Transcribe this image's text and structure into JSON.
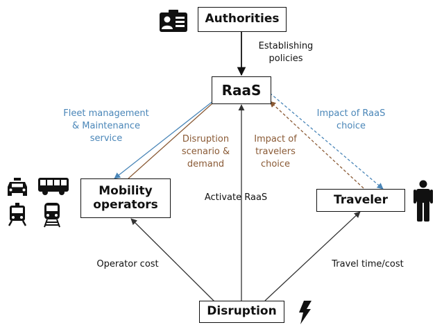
{
  "nodes": {
    "authorities": "Authorities",
    "raas": "RaaS",
    "mobility": "Mobility\noperators",
    "traveler": "Traveler",
    "disruption": "Disruption"
  },
  "edges": {
    "establishing": "Establishing\npolicies",
    "fleet": "Fleet management\n& Maintenance\nservice",
    "disruption_demand": "Disruption\nscenario &\ndemand",
    "impact_travelers": "Impact of\ntravelers\nchoice",
    "impact_raas": "Impact of RaaS\nchoice",
    "activate": "Activate  RaaS",
    "operator_cost": "Operator cost",
    "travel_time": "Travel time/cost"
  },
  "colors": {
    "black": "#111111",
    "dark_gray": "#333333",
    "blue": "#4a86b8",
    "brown": "#8a5a35"
  },
  "icons": [
    "id-card-icon",
    "taxi-icon",
    "bus-icon",
    "tram-icon",
    "train-icon",
    "person-icon",
    "lightning-icon"
  ]
}
